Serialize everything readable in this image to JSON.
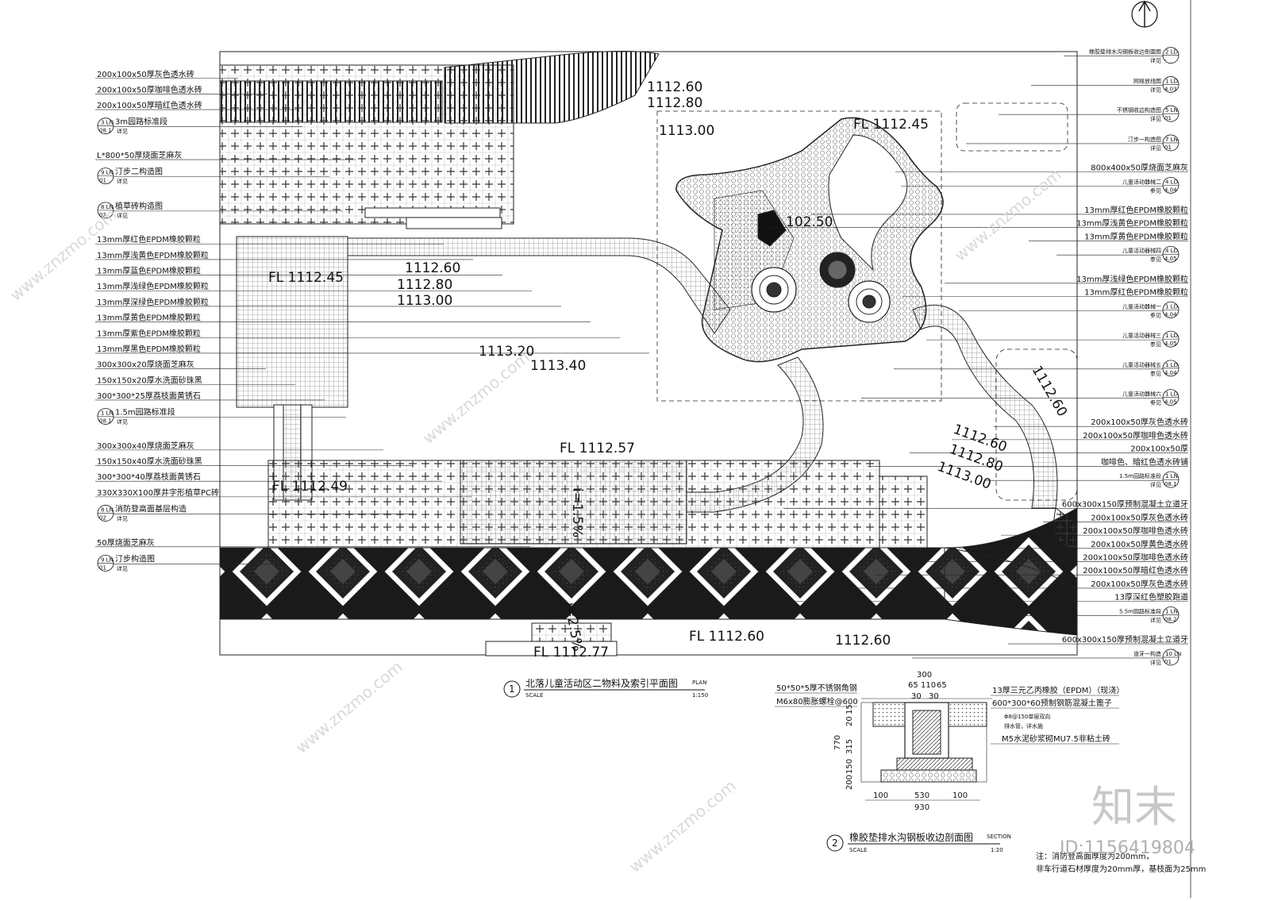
{
  "north_arrow": "north-arrow",
  "left_callouts": [
    {
      "text": "200x100x50厚灰色透水砖"
    },
    {
      "text": "200x100x50厚咖啡色透水砖"
    },
    {
      "text": "200x100x50厚暗红色透水砖"
    },
    {
      "text": "3m园路标准段",
      "ref_top": "3",
      "ref_mid": "LN",
      "ref_bot": "08.1",
      "sub": "详见"
    },
    {
      "text": "L*800*50厚烧面芝麻灰"
    },
    {
      "text": "汀步二构造图",
      "ref_top": "9",
      "ref_mid": "LN",
      "ref_bot": "01",
      "sub": "详见"
    },
    {
      "text": "植草砖构造图",
      "ref_top": "8",
      "ref_mid": "LN",
      "ref_bot": "02",
      "sub": "详见"
    },
    {
      "text": "13mm厚红色EPDM橡胶颗粒"
    },
    {
      "text": "13mm厚浅黄色EPDM橡胶颗粒"
    },
    {
      "text": "13mm厚蓝色EPDM橡胶颗粒"
    },
    {
      "text": "13mm厚浅绿色EPDM橡胶颗粒"
    },
    {
      "text": "13mm厚深绿色EPDM橡胶颗粒"
    },
    {
      "text": "13mm厚黄色EPDM橡胶颗粒"
    },
    {
      "text": "13mm厚紫色EPDM橡胶颗粒"
    },
    {
      "text": "13mm厚黑色EPDM橡胶颗粒"
    },
    {
      "text": "300x300x20厚烧面芝麻灰"
    },
    {
      "text": "150x150x20厚水洗面砂珠黑"
    },
    {
      "text": "300*300*25厚荔枝面黄锈石"
    },
    {
      "text": "1.5m园路标准段",
      "ref_top": "1",
      "ref_mid": "LN",
      "ref_bot": "08.1",
      "sub": "详见"
    },
    {
      "text": "300x300x40厚烧面芝麻灰"
    },
    {
      "text": "150x150x40厚水洗面砂珠黑"
    },
    {
      "text": "300*300*40厚荔枝面黄锈石"
    },
    {
      "text": "330X330X100厚井字形植草PC砖"
    },
    {
      "text": "消防登高面基层构造",
      "ref_top": "8",
      "ref_mid": "LN",
      "ref_bot": "02",
      "sub": "详见"
    },
    {
      "text": "50厚烧面芝麻灰"
    },
    {
      "text": "汀步构造图",
      "ref_top": "9",
      "ref_mid": "LN",
      "ref_bot": "01",
      "sub": "详见"
    }
  ],
  "right_callouts": [
    {
      "text": "橡胶垫排水沟钢板收边剖面图",
      "ref_top": "2",
      "ref_mid": "LD",
      "ref_bot": "-",
      "sub": "详见"
    },
    {
      "text": "网格放线图",
      "ref_top": "1",
      "ref_mid": "LD",
      "ref_bot": "4.03",
      "sub": "详见"
    },
    {
      "text": "不锈钢收边构造图",
      "ref_top": "5",
      "ref_mid": "LN",
      "ref_bot": "01",
      "sub": "详见"
    },
    {
      "text": "汀步一构造图",
      "ref_top": "7",
      "ref_mid": "LN",
      "ref_bot": "01",
      "sub": "详见"
    },
    {
      "text": "800x400x50厚烧面芝麻灰"
    },
    {
      "text": "儿童活动器械二",
      "ref_top": "4",
      "ref_mid": "LD",
      "ref_bot": "4.04",
      "sub": "参见"
    },
    {
      "text": "13mm厚红色EPDM橡胶颗粒"
    },
    {
      "text": "13mm厚浅黄色EPDM橡胶颗粒"
    },
    {
      "text": "13mm厚黄色EPDM橡胶颗粒"
    },
    {
      "text": "儿童活动器械四",
      "ref_top": "4",
      "ref_mid": "LD",
      "ref_bot": "4.05",
      "sub": "参见"
    },
    {
      "text": "13mm厚浅绿色EPDM橡胶颗粒"
    },
    {
      "text": "13mm厚红色EPDM橡胶颗粒"
    },
    {
      "text": "儿童活动器械一",
      "ref_top": "1",
      "ref_mid": "LD",
      "ref_bot": "4.04",
      "sub": "参见"
    },
    {
      "text": "儿童活动器械三",
      "ref_top": "1",
      "ref_mid": "LD",
      "ref_bot": "4.05",
      "sub": "参见"
    },
    {
      "text": "儿童活动器械五",
      "ref_top": "1",
      "ref_mid": "LD",
      "ref_bot": "4.04",
      "sub": "参见"
    },
    {
      "text": "儿童活动器械六",
      "ref_top": "1",
      "ref_mid": "LD",
      "ref_bot": "4.05",
      "sub": "参见"
    },
    {
      "text": "200x100x50厚灰色透水砖"
    },
    {
      "text": "200x100x50厚咖啡色透水砖"
    },
    {
      "text": "200x100x50厚"
    },
    {
      "text": "咖啡色、暗红色透水砖铺"
    },
    {
      "text": "1.5m园路标准段",
      "ref_top": "1",
      "ref_mid": "LN",
      "ref_bot": "08.1",
      "sub": "详见"
    },
    {
      "text": "600x300x150厚预制混凝土立道牙"
    },
    {
      "text": "200x100x50厚灰色透水砖"
    },
    {
      "text": "200x100x50厚咖啡色透水砖"
    },
    {
      "text": "200x100x50厚黄色透水砖"
    },
    {
      "text": "200x100x50厚咖啡色透水砖"
    },
    {
      "text": "200x100x50厚暗红色透水砖"
    },
    {
      "text": "200x100x50厚灰色透水砖"
    },
    {
      "text": "13厚深红色塑胶跑道"
    },
    {
      "text": "5.5m园路标准段",
      "ref_top": "1",
      "ref_mid": "LN",
      "ref_bot": "08.2",
      "sub": "详见"
    },
    {
      "text": "600x300x150厚预制混凝土立道牙"
    },
    {
      "text": "道牙一构造",
      "ref_top": "10",
      "ref_mid": "LN",
      "ref_bot": "01",
      "sub": "详见"
    }
  ],
  "elevations": [
    "1112.60",
    "1112.80",
    "1113.00",
    "FL 1112.45",
    "1112.60",
    "1112.80",
    "1113.00",
    "1113.20",
    "1113.40",
    "FL 1112.57",
    "FL 1112.49",
    "FL 1112.45",
    "1112.60",
    "1112.80",
    "1113.00",
    "1112.60",
    "FL 1112.60",
    "FL 1112.77",
    "102.50",
    "1112.60"
  ],
  "slopes": [
    "i=1.5%",
    "i=2.5%"
  ],
  "plan_title": {
    "num": "1",
    "title": "北落儿童活动区二物料及索引平面图",
    "plan_tag": "PLAN",
    "scale_tag": "SCALE",
    "scale": "1:150"
  },
  "section": {
    "num": "2",
    "title": "橡胶垫排水沟钢板收边剖面图",
    "section_tag": "SECTION",
    "scale_tag": "SCALE",
    "scale": "1:20",
    "left_notes": [
      "50*50*5厚不锈钢角钢",
      "M6x80膨胀螺栓@600"
    ],
    "right_notes": [
      "13厚三元乙丙橡胶（EPDM）（现浇）",
      "600*300*60预制钢筋混凝土篦子",
      "Φ8@150单层双向",
      "排水管，详水施",
      "M5水泥砂浆砌MU7.5非粘土砖"
    ],
    "dims_top": [
      "300",
      "65",
      "110",
      "65",
      "30",
      "30"
    ],
    "dims_left": [
      "15",
      "20",
      "315",
      "770",
      "150",
      "200"
    ],
    "dims_bottom": [
      "100",
      "530",
      "100",
      "930"
    ]
  },
  "note": {
    "line1": "注：消防登高面厚度为200mm，",
    "line2": "非车行道石材厚度为20mm厚，基枝面为25mm"
  },
  "watermark": {
    "brand": "知末",
    "url": "www.znzmo.com",
    "id": "ID:1156419804"
  }
}
